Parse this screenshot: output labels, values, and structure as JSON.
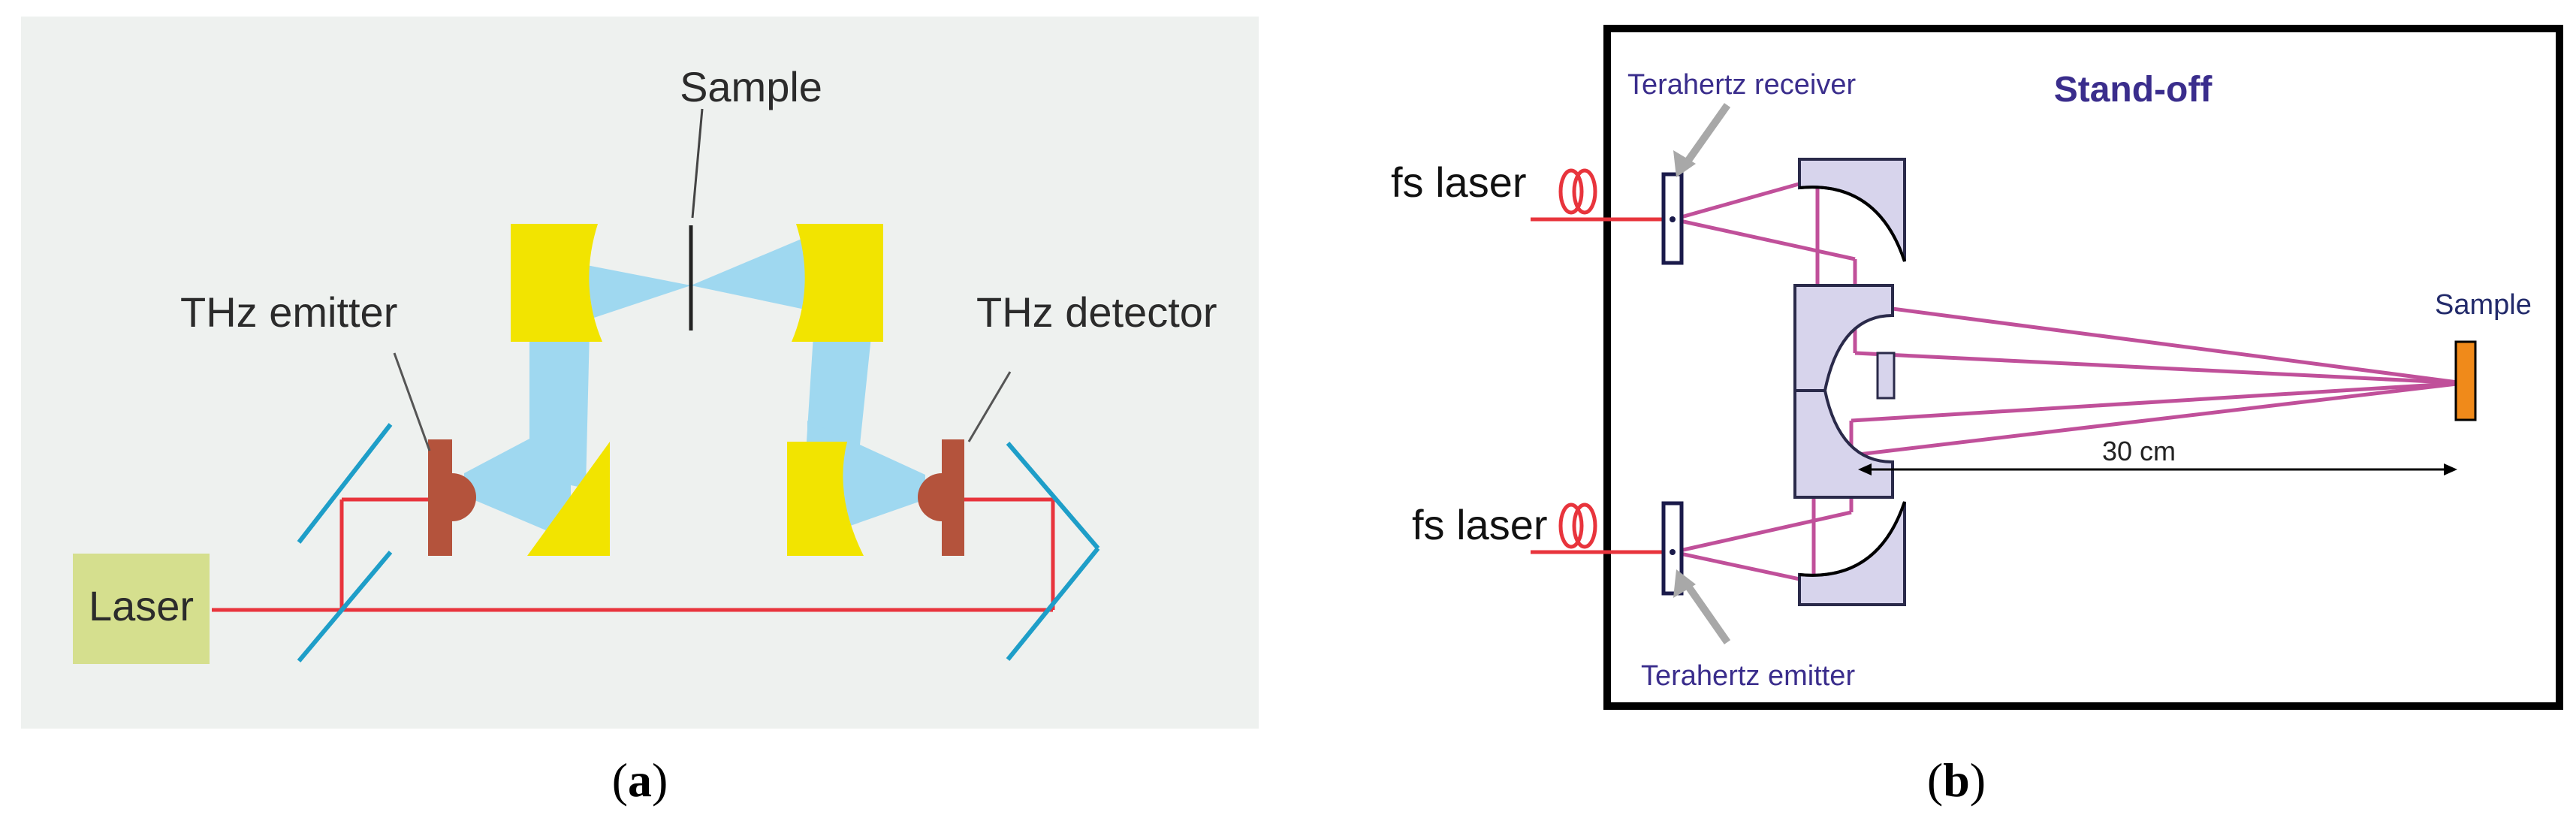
{
  "panel_a": {
    "sample_label": "Sample",
    "emitter_label": "THz emitter",
    "detector_label": "THz detector",
    "laser_label": "Laser",
    "caption_open": "(",
    "caption_letter": "a",
    "caption_close": ")"
  },
  "panel_b": {
    "title": "Stand-off",
    "receiver_label": "Terahertz receiver",
    "emitter_label": "Terahertz emitter",
    "fs_laser_top": "fs laser",
    "fs_laser_bottom": "fs laser",
    "sample_label": "Sample",
    "distance_label": "30 cm",
    "caption_open": "(",
    "caption_letter": "b",
    "caption_close": ")"
  },
  "colors": {
    "background_a": "#eef1ef",
    "mirror_yellow": "#f2e400",
    "beam_blue": "#9fd8f0",
    "laser_red": "#e8343c",
    "laser_box": "#d5df8e",
    "antenna_brown": "#b4533c",
    "beam_magenta": "#c0509a",
    "sample_orange": "#f08a1a",
    "label_purple": "#3a2d8c"
  }
}
